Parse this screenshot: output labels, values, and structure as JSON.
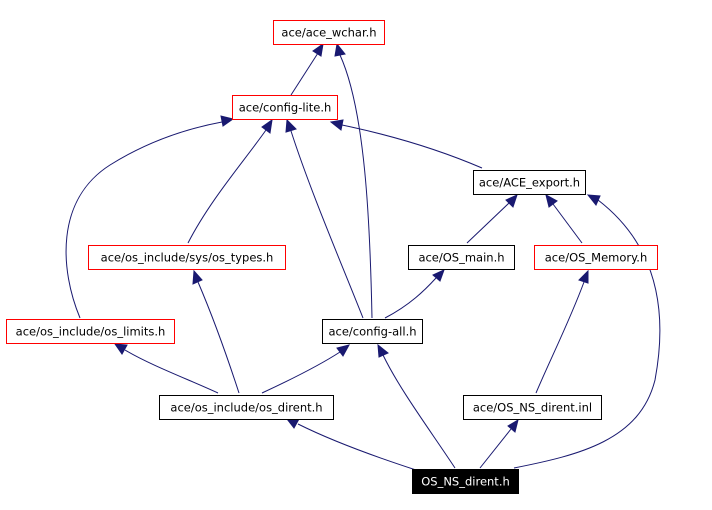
{
  "nodes": {
    "ace_wchar": "ace/ace_wchar.h",
    "config_lite": "ace/config-lite.h",
    "ace_export": "ace/ACE_export.h",
    "sys_os_types": "ace/os_include/sys/os_types.h",
    "os_main": "ace/OS_main.h",
    "os_memory": "ace/OS_Memory.h",
    "os_limits": "ace/os_include/os_limits.h",
    "config_all": "ace/config-all.h",
    "os_dirent": "ace/os_include/os_dirent.h",
    "os_ns_dirent_inl": "ace/OS_NS_dirent.inl",
    "os_ns_dirent_h": "OS_NS_dirent.h"
  },
  "colors": {
    "edge": "#191970",
    "documented_border": "#000000",
    "undocumented_border": "#ff0000",
    "focus_fill": "#000000",
    "focus_text": "#ffffff"
  }
}
